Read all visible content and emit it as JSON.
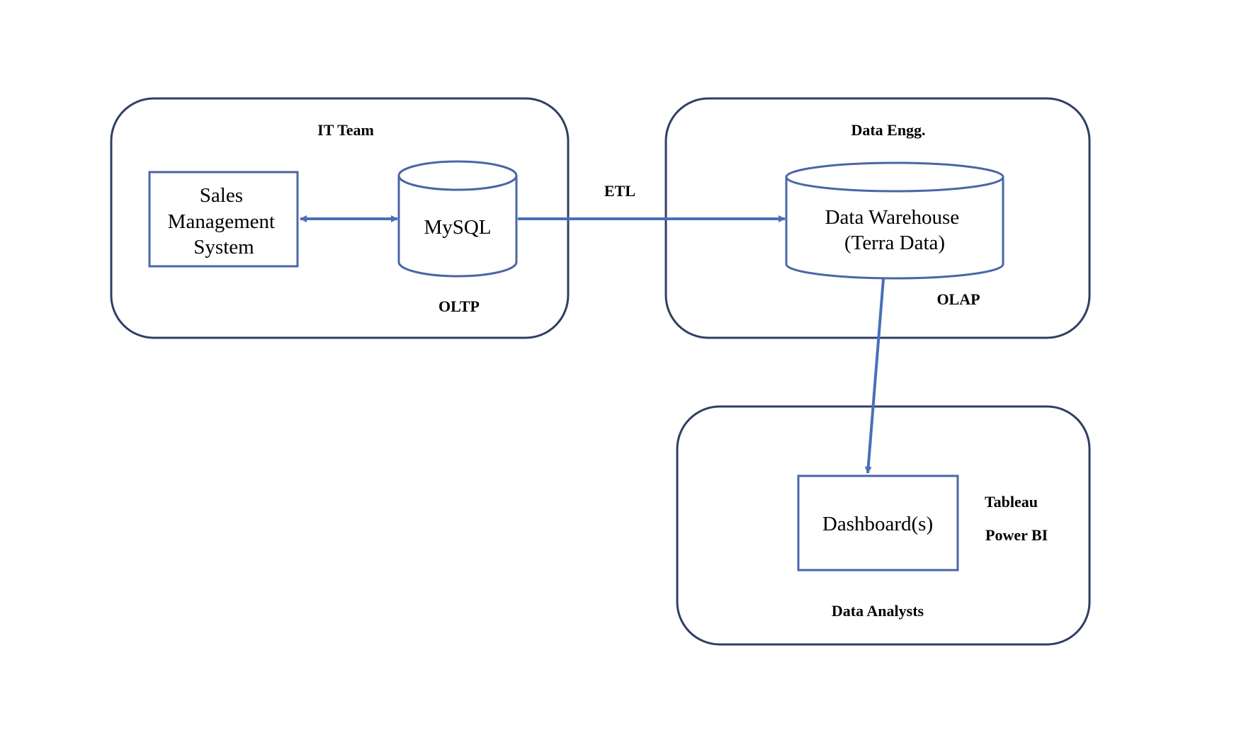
{
  "colors": {
    "group_border": "#2f3f63",
    "node_border": "#4a66a8",
    "arrow": "#4a6fb8"
  },
  "groups": {
    "it_team": "IT Team",
    "data_engg": "Data Engg.",
    "data_analysts": "Data Analysts"
  },
  "nodes": {
    "sales_system": [
      "Sales",
      "Management",
      "System"
    ],
    "mysql": "MySQL",
    "warehouse": [
      "Data Warehouse",
      "(Terra Data)"
    ],
    "dashboards": "Dashboard(s)"
  },
  "tags": {
    "oltp": "OLTP",
    "etl": "ETL",
    "olap": "OLAP",
    "tableau": "Tableau",
    "powerbi": "Power BI"
  }
}
